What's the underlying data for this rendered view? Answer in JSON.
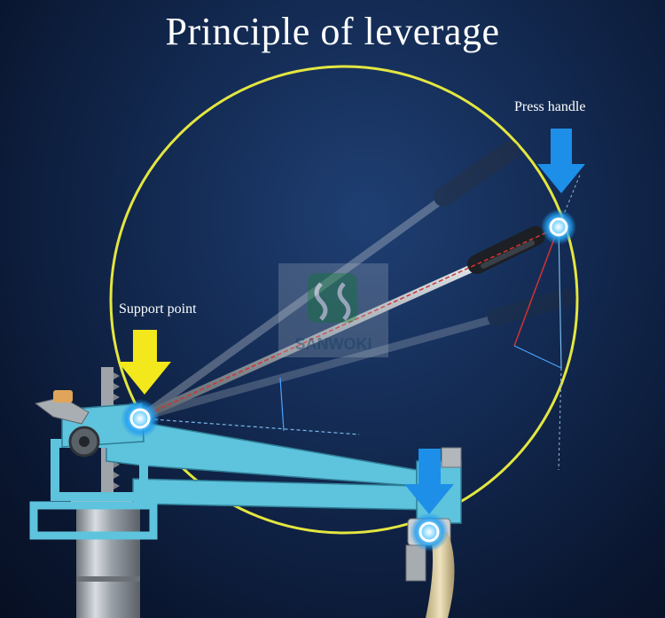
{
  "title": "Principle of leverage",
  "labels": {
    "press_handle": "Press handle",
    "support_point": "Support point"
  },
  "watermark": {
    "text": "SANWOKI"
  },
  "colors": {
    "background": "#132a52",
    "frame": "#5ec3dd",
    "circle": "#e4e640",
    "arrow_blue": "#1e8fe8",
    "arrow_yellow": "#f3e81c",
    "pivot_glow": "#38b8ff",
    "force_line": "#d23232"
  },
  "icons": {
    "press_arrow": "arrow-down-icon",
    "support_arrow": "arrow-down-icon",
    "base_arrow": "arrow-down-icon"
  }
}
